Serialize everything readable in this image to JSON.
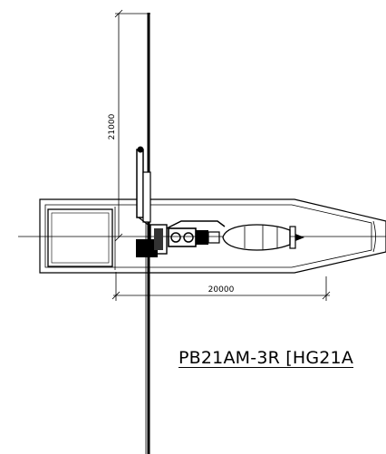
{
  "drawing": {
    "vertical_dimension": "21000",
    "horizontal_dimension": "20000",
    "model_label": "PB21AM-3R [HG21A"
  }
}
